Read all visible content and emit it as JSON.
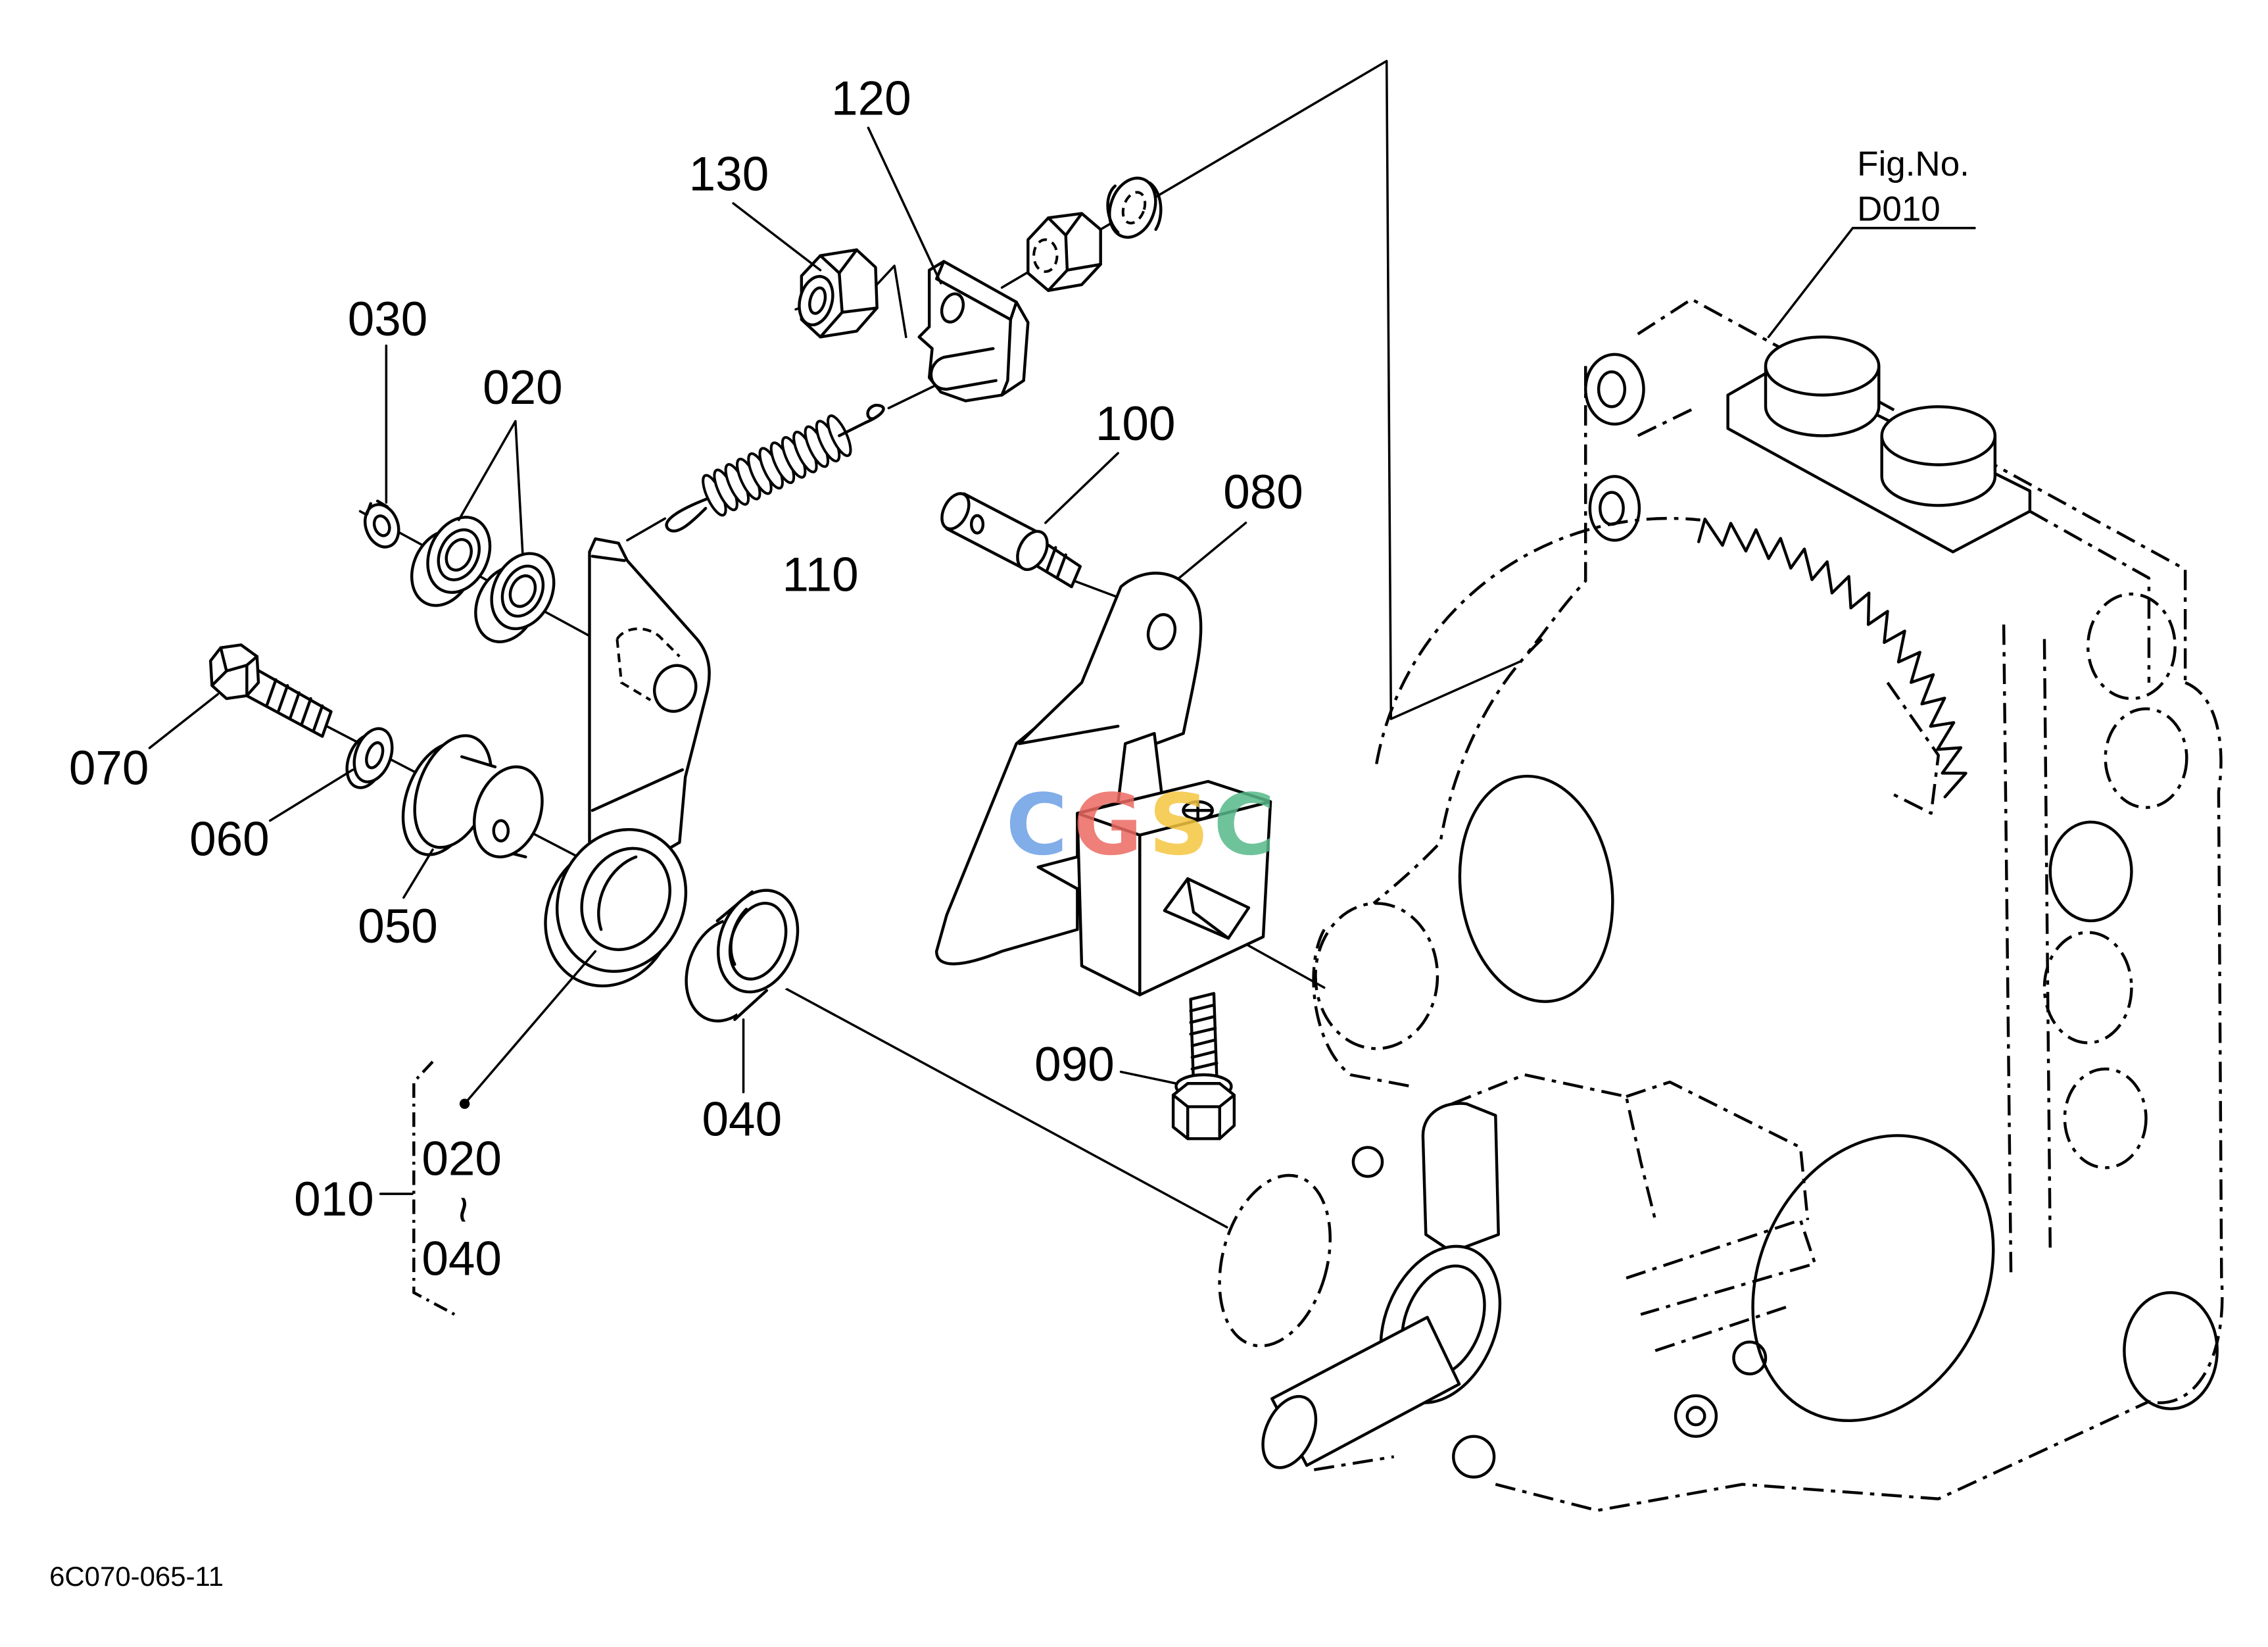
{
  "callouts": {
    "c120": "120",
    "c130": "130",
    "c030": "030",
    "c020": "020",
    "c100": "100",
    "c080": "080",
    "c110": "110",
    "c070": "070",
    "c060": "060",
    "c050": "050",
    "c040": "040",
    "c090": "090"
  },
  "assembly": {
    "number": "010",
    "range_start": "020",
    "range_sep": "~",
    "range_end": "040"
  },
  "figure_reference": {
    "label": "Fig.No.",
    "number": "D010"
  },
  "drawing_number": "6C070-065-11",
  "watermark": {
    "letters": [
      "C",
      "G",
      "S",
      "C"
    ],
    "colors": [
      "#6c9fe6",
      "#ec6a62",
      "#f5c640",
      "#57b98a"
    ]
  }
}
